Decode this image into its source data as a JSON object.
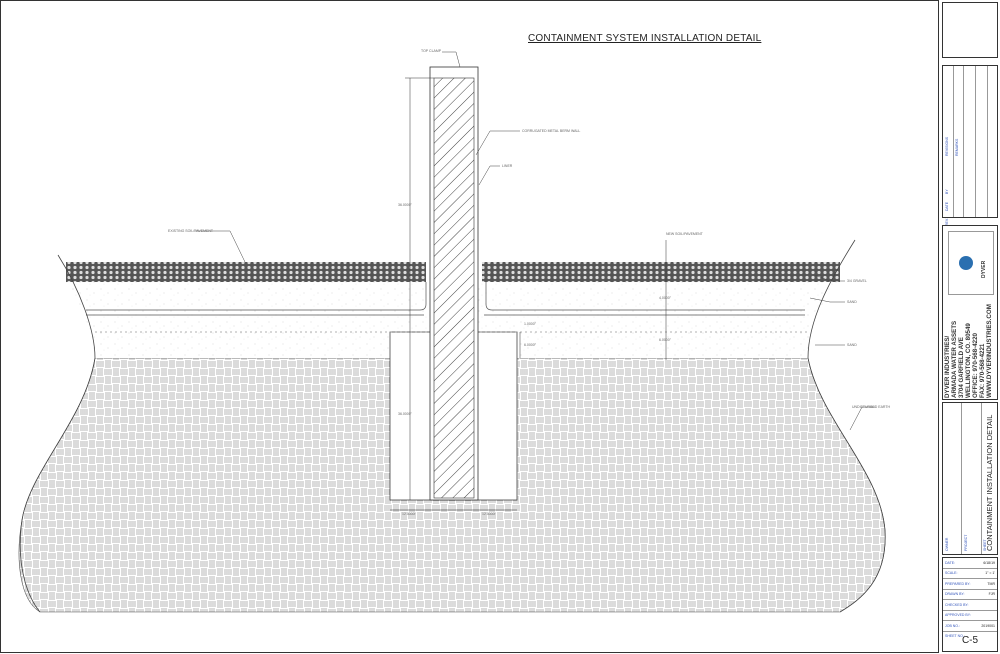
{
  "drawing": {
    "title": "CONTAINMENT SYSTEM INSTALLATION DETAIL",
    "labels": {
      "top_clamp": "TOP CLAMP",
      "berm_wall": "CORRUGATED METAL BERM WALL",
      "liner": "LINER",
      "existing_pavement": "EXISTING SOIL/PAVEMENT",
      "new_pavement": "NEW SOIL/PAVEMENT",
      "gravel": "3/4 GRAVEL",
      "sand_upper": "SAND",
      "sand_lower": "SAND",
      "undisturbed_earth": "UNDISTURBED EARTH"
    },
    "dimensions": {
      "wall_height": "36.0000\"",
      "embed_depth": "36.0000\"",
      "gravel_depth": "4.0000\"",
      "sand_upper": "6.0000\"",
      "sand_lower": "6.0000\"",
      "liner_gap": "1.0000\"",
      "footing_left": "12.0000\"",
      "footing_right": "12.0000\""
    }
  },
  "title_block": {
    "revisions": {
      "header": "REVISIONS",
      "remarks": "REMARKS",
      "rev_date": "REV.",
      "date": "DATE",
      "by": "BY"
    },
    "logo_text": "DYVER",
    "company": [
      "DYVER INDUSTRIES/",
      "ARMADA WATER ASSETS",
      "3704 GARFIELD AVE",
      "WELLINGTON, CO. 80549",
      "OFFICE: 970-568-4220",
      "FAX: 970-568-4221",
      "WWW.DYVERINDUSTRIES.COM"
    ],
    "owner_label": "OWNER",
    "project_label": "PROJECT",
    "sheet_label": "SHEET",
    "sheet_title": "CONTAINMENT INSTALLATION DETAIL",
    "info": [
      {
        "label": "DATE:",
        "value": "6/18/19"
      },
      {
        "label": "SCALE:",
        "value": "1\" = 1'"
      },
      {
        "label": "PREPARED BY:",
        "value": "TMR"
      },
      {
        "label": "DRAWN BY:",
        "value": "FJR"
      },
      {
        "label": "CHECKED BY:",
        "value": ""
      },
      {
        "label": "APPROVED BY:",
        "value": ""
      },
      {
        "label": "JOB NO.:",
        "value": "2019001"
      },
      {
        "label": "SHEET NO.:",
        "value": ""
      }
    ],
    "sheet_number": "C-5"
  }
}
